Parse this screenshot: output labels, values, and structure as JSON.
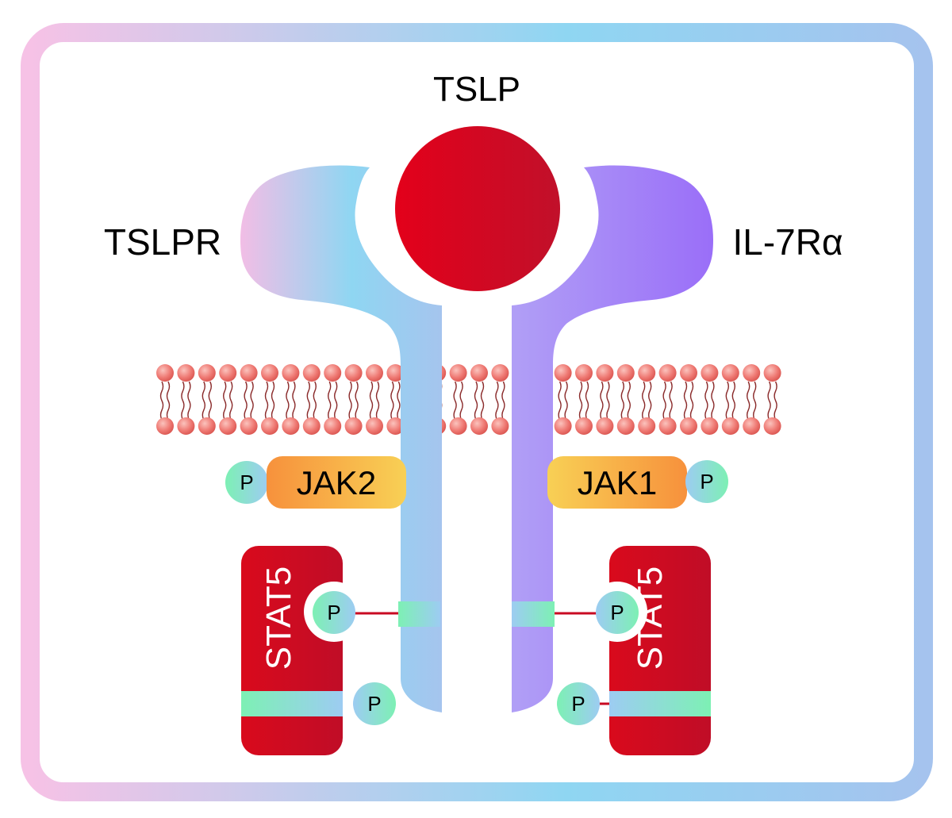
{
  "labels": {
    "ligand": "TSLP",
    "receptor_left": "TSLPR",
    "receptor_right": "IL-7Rα",
    "jak_left": "JAK2",
    "jak_right": "JAK1",
    "stat_left": "STAT5",
    "stat_right": "STAT5",
    "phospho": "P"
  },
  "colors": {
    "ligand": "#d40c1f",
    "tslpr_gradient": [
      "#f4bde5",
      "#8fd6f2",
      "#a6c4ee"
    ],
    "il7r": "#a897f7",
    "il7r_light": "#b1a0f6",
    "jak_orange": "#f7913c",
    "jak_yellow": "#f8d055",
    "stat": "#c80a22",
    "phospho_green": "#7df0b4",
    "phospho_blue": "#9dccf2",
    "membrane_head": "#ef6e6e",
    "border_gradient": [
      "#f6c2e6",
      "#8fd6f2",
      "#a5c3ee"
    ]
  }
}
